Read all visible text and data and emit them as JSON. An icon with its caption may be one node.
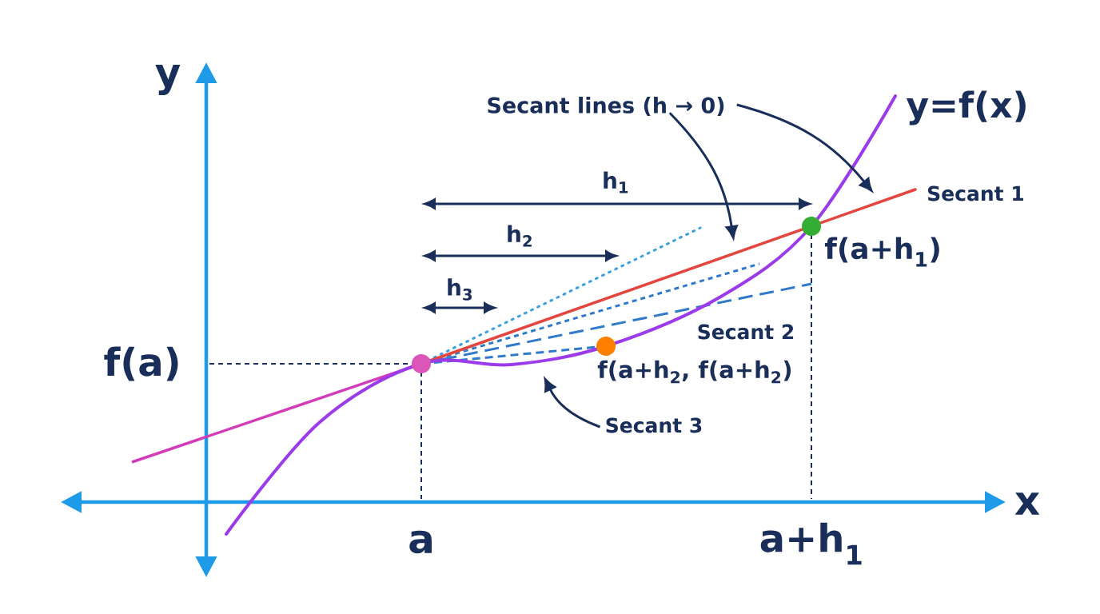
{
  "diagram": {
    "nodes": [
      {
        "text": [
          "Secant lines (h → 0)"
        ]
      },
      {
        "text": [
          "Secant 3"
        ]
      }
    ],
    "edges": [
      {
        "from": 0,
        "to": null,
        "arrow": "to"
      },
      {
        "from": 0,
        "to": null,
        "arrow": "to"
      },
      {
        "from": 1,
        "to": null,
        "arrow": "to"
      }
    ],
    "labels": [
      "y",
      "y=f(x)",
      "h$_{1}$",
      "Secant 1",
      "f(a+h$_{1}$)",
      "h$_{2}$",
      "h$_{3}$",
      "Secant 2",
      "f(a)",
      "f(a+h$_{2}$, f(a+h$_{2}$)",
      "x",
      "a",
      "a+h$_{1}$"
    ]
  }
}
